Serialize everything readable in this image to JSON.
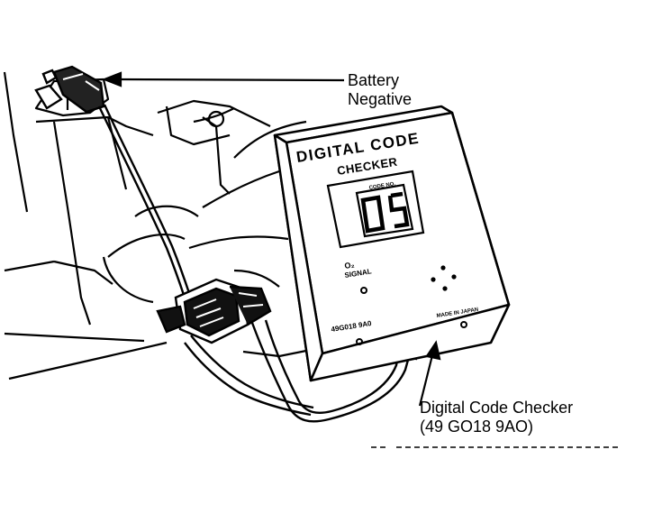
{
  "callouts": {
    "battery_line1": "Battery",
    "battery_line2": "Negative",
    "checker_line1": "Digital Code Checker",
    "checker_line2": "(49 GO18 9AO)"
  },
  "device": {
    "title_line1": "DIGITAL CODE",
    "title_line2": "CHECKER",
    "code_label": "CODE NO.",
    "display_value": "05",
    "signal_label_line1": "O₂",
    "signal_label_line2": "SIGNAL",
    "part_number_plate": "49G018 9A0",
    "made_in_plate": "MADE IN JAPAN"
  },
  "colors": {
    "ink": "#000000",
    "paper": "#ffffff"
  }
}
